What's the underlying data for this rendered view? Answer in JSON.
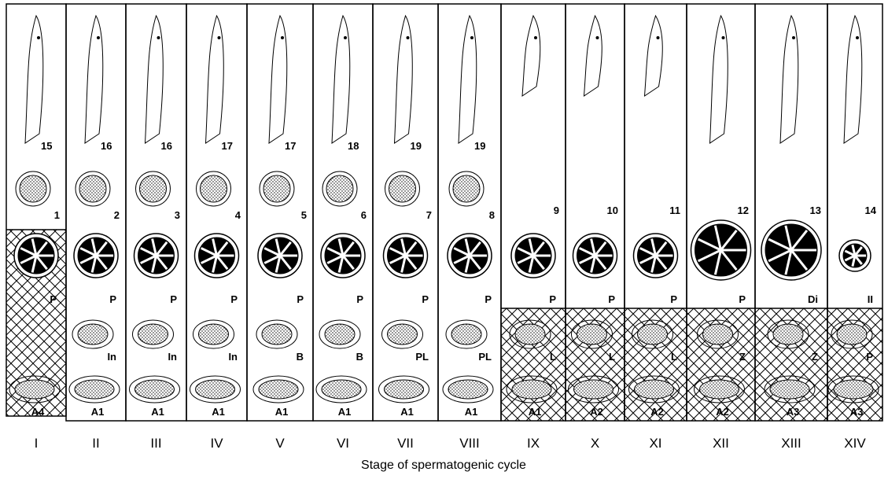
{
  "caption": "Stage of spermatogenic cycle",
  "stages": [
    {
      "roman": "I",
      "spermatid_top": "15",
      "spermatid_round": "1",
      "spermatocyte": "P",
      "row4": "",
      "row5": "A4",
      "cross_from": 2
    },
    {
      "roman": "II",
      "spermatid_top": "16",
      "spermatid_round": "2",
      "spermatocyte": "P",
      "row4": "In",
      "row5": "A1",
      "cross_from": -1
    },
    {
      "roman": "III",
      "spermatid_top": "16",
      "spermatid_round": "3",
      "spermatocyte": "P",
      "row4": "In",
      "row5": "A1",
      "cross_from": -1
    },
    {
      "roman": "IV",
      "spermatid_top": "17",
      "spermatid_round": "4",
      "spermatocyte": "P",
      "row4": "In",
      "row5": "A1",
      "cross_from": -1
    },
    {
      "roman": "V",
      "spermatid_top": "17",
      "spermatid_round": "5",
      "spermatocyte": "P",
      "row4": "B",
      "row5": "A1",
      "cross_from": -1
    },
    {
      "roman": "VI",
      "spermatid_top": "18",
      "spermatid_round": "6",
      "spermatocyte": "P",
      "row4": "B",
      "row5": "A1",
      "cross_from": -1
    },
    {
      "roman": "VII",
      "spermatid_top": "19",
      "spermatid_round": "7",
      "spermatocyte": "P",
      "row4": "PL",
      "row5": "A1",
      "cross_from": -1
    },
    {
      "roman": "VIII",
      "spermatid_top": "19",
      "spermatid_round": "8",
      "spermatocyte": "P",
      "row4": "PL",
      "row5": "A1",
      "cross_from": -1
    },
    {
      "roman": "IX",
      "spermatid_top": "",
      "spermatid_round": "9",
      "spermatocyte": "P",
      "row4": "L",
      "row5": "A1",
      "cross_from": 3
    },
    {
      "roman": "X",
      "spermatid_top": "",
      "spermatid_round": "10",
      "spermatocyte": "P",
      "row4": "L",
      "row5": "A2",
      "cross_from": 3
    },
    {
      "roman": "XI",
      "spermatid_top": "",
      "spermatid_round": "11",
      "spermatocyte": "P",
      "row4": "L",
      "row5": "A2",
      "cross_from": 3
    },
    {
      "roman": "XII",
      "spermatid_top": "",
      "spermatid_round": "12",
      "spermatocyte": "P",
      "row4": "Z",
      "row5": "A2",
      "cross_from": 3
    },
    {
      "roman": "XIII",
      "spermatid_top": "",
      "spermatid_round": "13",
      "spermatocyte": "Di",
      "row4": "Z",
      "row5": "A3",
      "cross_from": 3
    },
    {
      "roman": "XIV",
      "spermatid_top": "",
      "spermatid_round": "14",
      "spermatocyte": "II",
      "row4": "P",
      "row5": "A3",
      "cross_from": 3
    }
  ]
}
